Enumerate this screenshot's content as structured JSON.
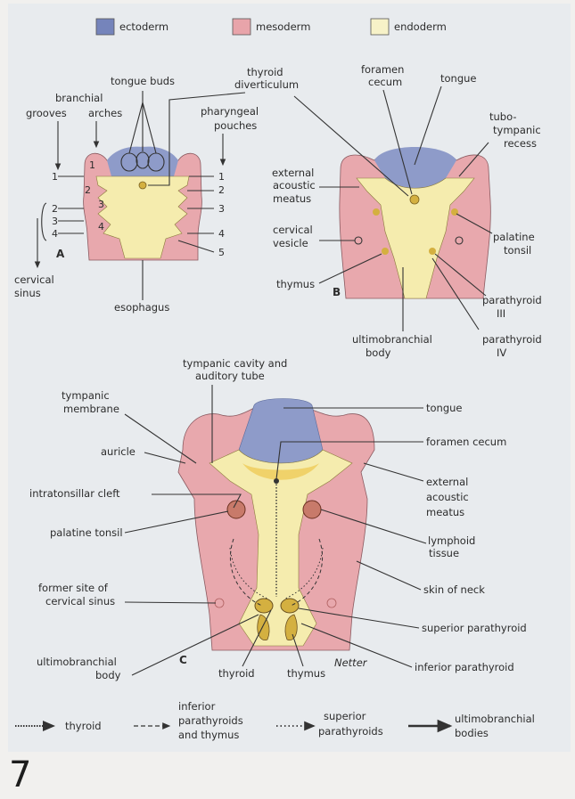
{
  "legend": {
    "ectoderm": "ectoderm",
    "mesoderm": "mesoderm",
    "endoderm": "endoderm",
    "colors": {
      "ectoderm": "#8e9bc9",
      "mesoderm": "#e8a8ad",
      "endoderm": "#f5ecae"
    }
  },
  "panel_a": {
    "letter": "A",
    "tongue_buds": "tongue buds",
    "thyroid_1": "thyroid",
    "thyroid_2": "diverticulum",
    "branchial_1": "branchial",
    "branchial_2": "arches",
    "grooves": "grooves",
    "pharyngeal_1": "pharyngeal",
    "pharyngeal_2": "pouches",
    "cervical_1": "cervical",
    "cervical_2": "sinus",
    "esophagus": "esophagus",
    "n1": "1",
    "n2": "2",
    "n3": "3",
    "n4": "4",
    "n5": "5"
  },
  "panel_b": {
    "letter": "B",
    "foramen_1": "foramen",
    "foramen_2": "cecum",
    "tongue": "tongue",
    "tubo_1": "tubo-",
    "tubo_2": "tympanic",
    "tubo_3": "recess",
    "ext_1": "external",
    "ext_2": "acoustic",
    "ext_3": "meatus",
    "cerv_1": "cervical",
    "cerv_2": "vesicle",
    "thymus": "thymus",
    "palatine_1": "palatine",
    "palatine_2": "tonsil",
    "para3_1": "parathyroid",
    "para3_2": "III",
    "para4_1": "parathyroid",
    "para4_2": "IV",
    "ultimo_1": "ultimobranchial",
    "ultimo_2": "body"
  },
  "panel_c": {
    "letter": "C",
    "tympanic_1": "tympanic cavity and",
    "tympanic_2": "auditory tube",
    "tymp_mem_1": "tympanic",
    "tymp_mem_2": "membrane",
    "auricle": "auricle",
    "intratonsillar": "intratonsillar cleft",
    "palatine": "palatine tonsil",
    "former_1": "former site of",
    "former_2": "cervical sinus",
    "ultimo_1": "ultimobranchial",
    "ultimo_2": "body",
    "thyroid": "thyroid",
    "thymus": "thymus",
    "tongue": "tongue",
    "foramen": "foramen cecum",
    "ext_1": "external",
    "ext_2": "acoustic",
    "ext_3": "meatus",
    "lymph_1": "lymphoid",
    "lymph_2": "tissue",
    "skin": "skin of neck",
    "sup_para": "superior parathyroid",
    "inf_para": "inferior parathyroid",
    "signature": "Netter"
  },
  "key": {
    "thyroid": "thyroid",
    "inf_1": "inferior",
    "inf_2": "parathyroids",
    "inf_3": "and thymus",
    "sup_1": "superior",
    "sup_2": "parathyroids",
    "ult_1": "ultimobranchial",
    "ult_2": "bodies"
  },
  "page_number": "7"
}
